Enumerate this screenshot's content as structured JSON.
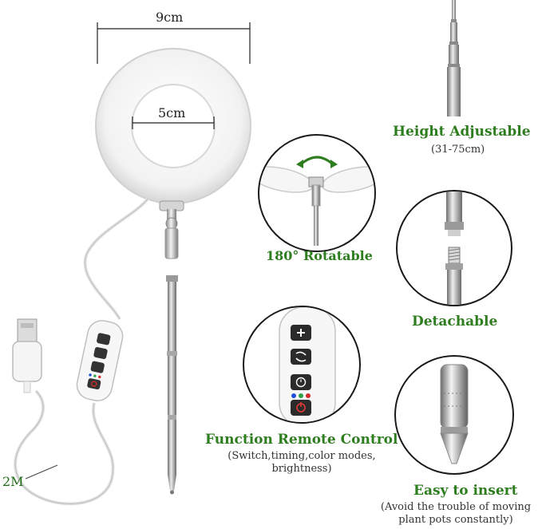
{
  "dimensions": {
    "outer_diameter": "9cm",
    "inner_diameter": "5cm",
    "cable_length": "2M"
  },
  "features": {
    "height": {
      "title": "Height Adjustable",
      "note": "(31-75cm)"
    },
    "rotate": {
      "title": "180° Rotatable"
    },
    "detach": {
      "title": "Detachable"
    },
    "remote": {
      "title": "Function Remote Control",
      "note_line1": "(Switch,timing,color modes,",
      "note_line2": "brightness)"
    },
    "insert": {
      "title": "Easy to insert",
      "note_line1": "(Avoid the trouble of moving",
      "note_line2": "plant pots constantly)"
    }
  },
  "colors": {
    "accent_green": "#2e7d1f",
    "ring_white": "#f4f4f4",
    "metal": "#b8b8b8"
  },
  "icons": {
    "remote_buttons": [
      "plus-icon",
      "mode-switch-icon",
      "timer-icon",
      "power-icon"
    ],
    "remote_color_dots": [
      "#1e4fd8",
      "#2ea043",
      "#d62b2b"
    ]
  }
}
